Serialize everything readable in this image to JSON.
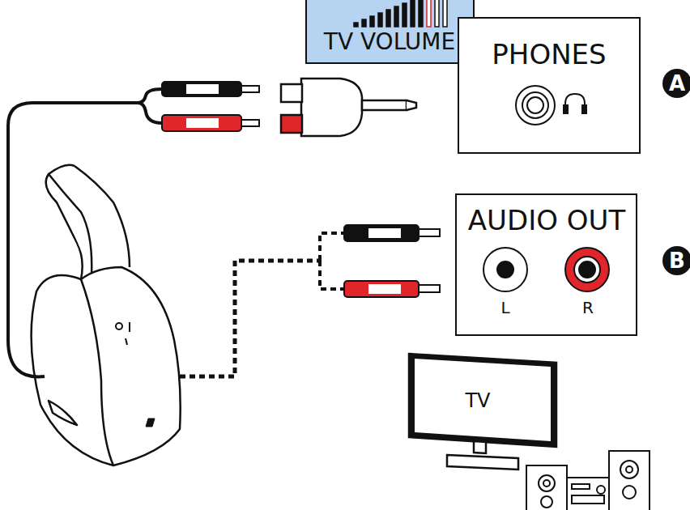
{
  "diagram": {
    "nodes": [
      {
        "text": [
          "TV VOLUME"
        ]
      },
      {
        "text": [
          "PHONES"
        ]
      },
      {
        "text": [
          "AUDIO OUT",
          "L",
          "R"
        ]
      },
      {
        "text": [
          "TV"
        ]
      }
    ],
    "labels": [
      "A",
      "B"
    ]
  }
}
